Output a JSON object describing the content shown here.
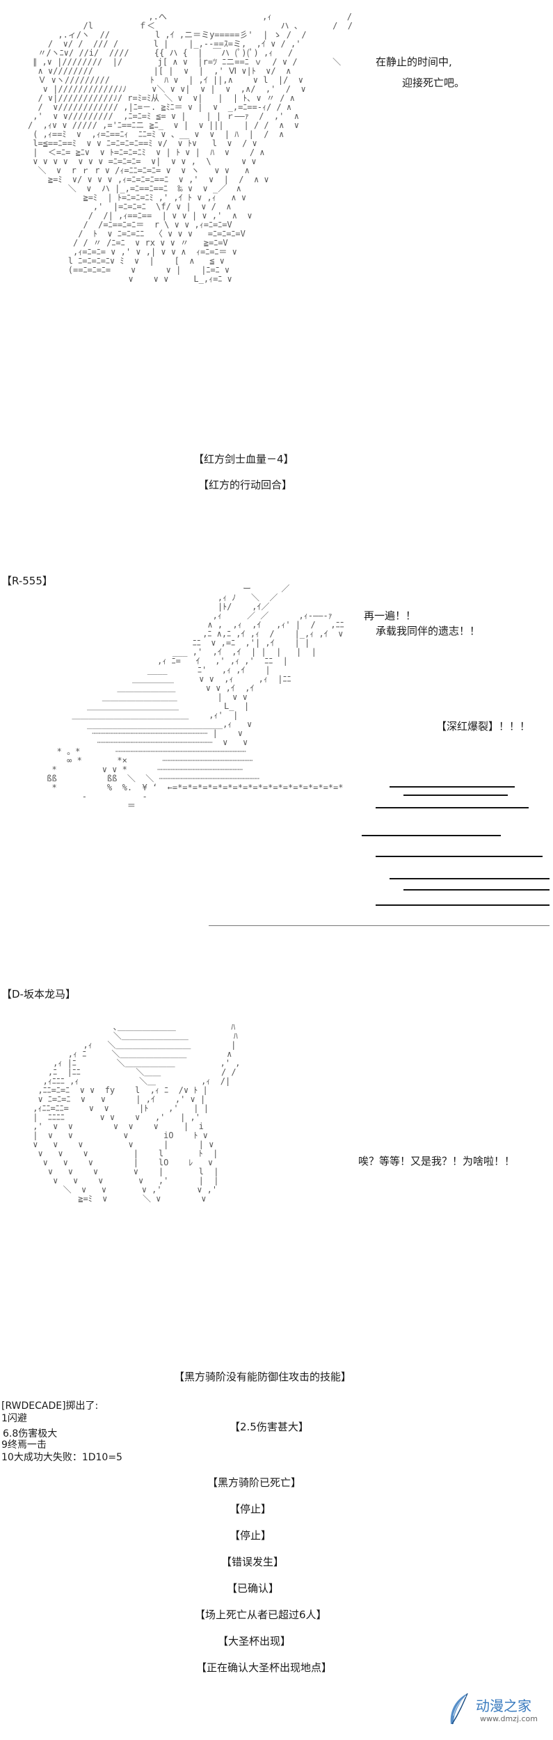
{
  "section1": {
    "speech_line1": "在静止的时间中,",
    "speech_line2": "迎接死亡吧。",
    "status_damage": "【红方剑士血量－4】",
    "status_turn": "【红方的行动回合】"
  },
  "section2": {
    "tag": "【R-555】",
    "speech_line1": "再一遍！！",
    "speech_line2": "承载我同伴的遗志！！",
    "skill": "【深红爆裂】！！！"
  },
  "section3": {
    "tag": "【D-坂本龙马】",
    "speech": "唉？等等！又是我？！为啥啦！！"
  },
  "results": {
    "no_skill": "【黑方骑阶没有能防御住攻击的技能】",
    "rwdecade_line": "[RWDECADE]掷出了:",
    "dodge_line": "1闪避",
    "dmg_big_line": "6.8伤害极大",
    "finish_line": "9终焉一击",
    "success_line": "10大成功大失败：1D10=5",
    "dmg_result": "【2.5伤害甚大】",
    "dead": "【黑方骑阶已死亡】",
    "stop1": "【停止】",
    "stop2": "【停止】",
    "error": "【错误发生】",
    "confirmed": "【已确认】",
    "over6": "【场上死亡从者已超过6人】",
    "grail": "【大圣杯出现】",
    "locating": "【正在确认大圣杯出现地点】"
  },
  "watermark": {
    "name": "动漫之家",
    "url": "www.dmzj.com",
    "icon": "feather-logo-icon",
    "color": "#3a7bbf"
  }
}
